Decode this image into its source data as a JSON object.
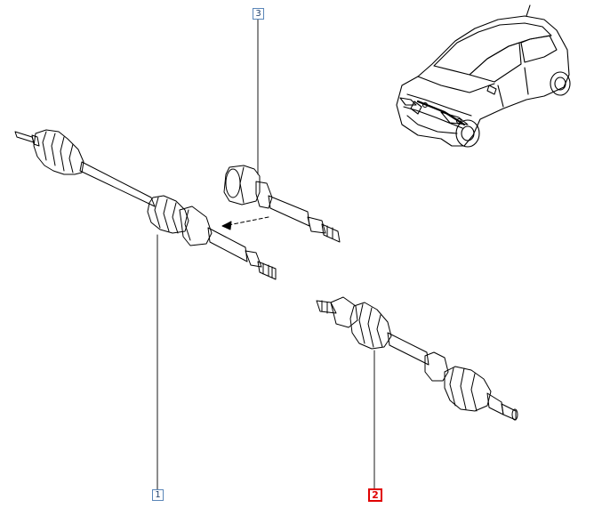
{
  "diagram": {
    "callouts": [
      {
        "id": "3",
        "label": "3",
        "active": false
      },
      {
        "id": "1",
        "label": "1",
        "active": false
      },
      {
        "id": "2",
        "label": "2",
        "active": true
      }
    ],
    "colors": {
      "line": "#000000",
      "callout_border": "#5a86b8",
      "callout_active": "#e00000"
    },
    "icons": [
      "car-icon",
      "driveshaft-left",
      "driveshaft-right",
      "intermediate-shaft"
    ]
  }
}
